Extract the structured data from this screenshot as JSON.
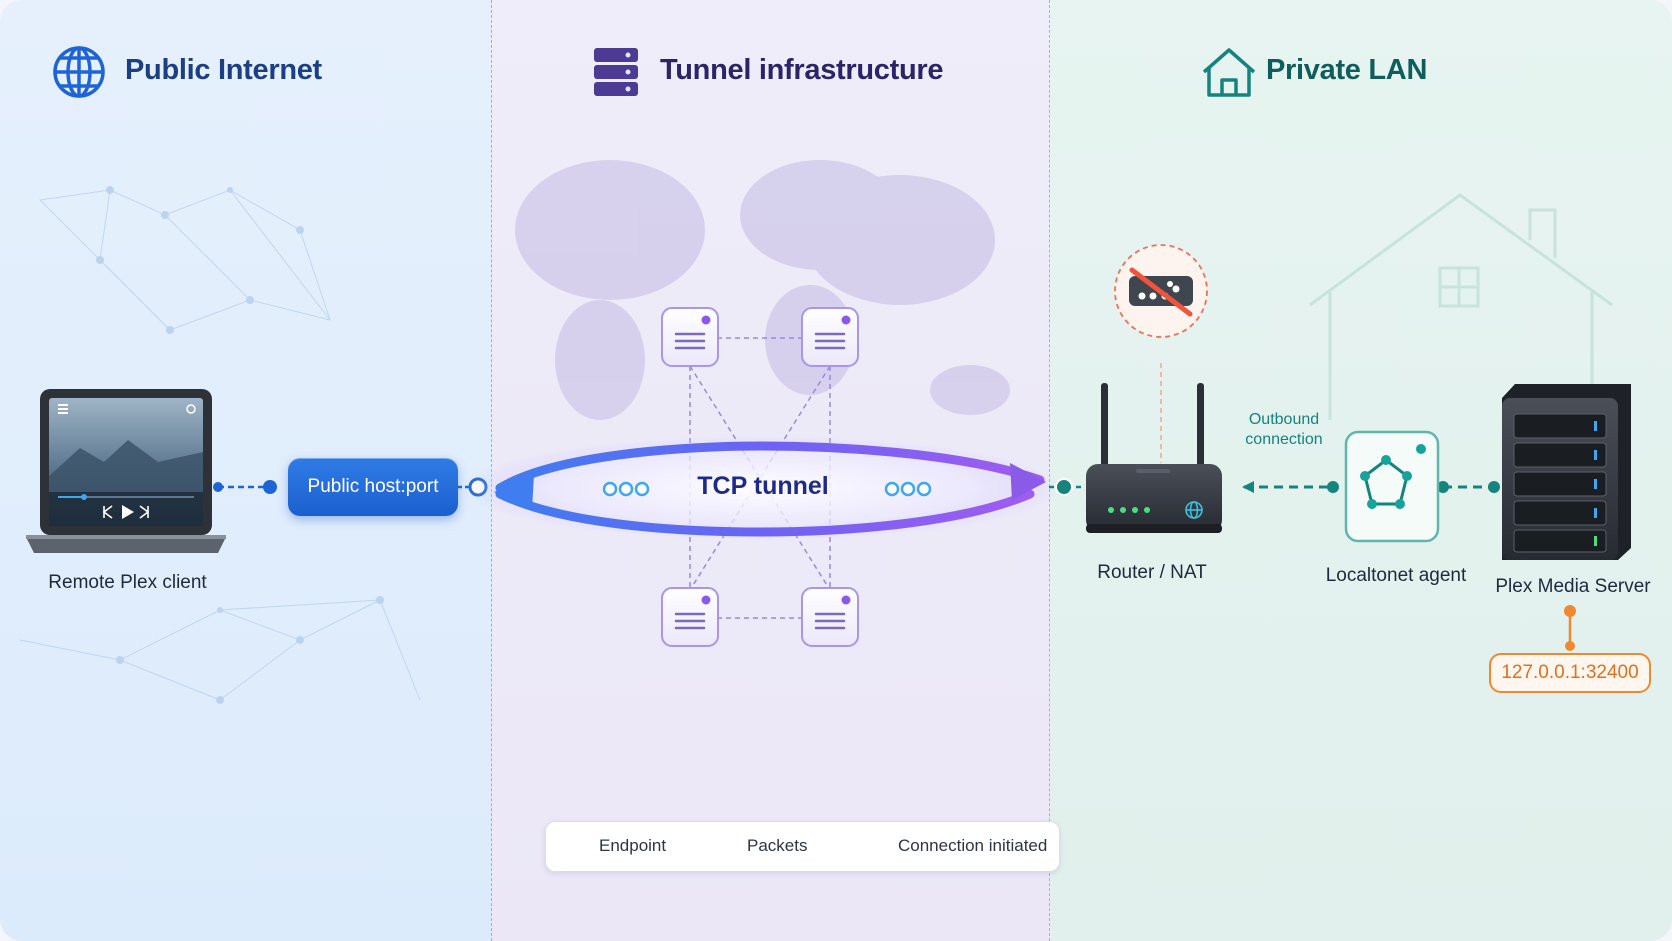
{
  "zones": {
    "public": {
      "title": "Public Internet",
      "icon": "globe-icon",
      "color": "#1c3f84"
    },
    "tunnel": {
      "title": "Tunnel infrastructure",
      "icon": "server-stack-icon",
      "color": "#2c2467"
    },
    "lan": {
      "title": "Private LAN",
      "icon": "house-icon",
      "color": "#0f5e5c"
    }
  },
  "nodes": {
    "client": {
      "label": "Remote Plex client",
      "icon": "laptop-icon"
    },
    "public_host": {
      "label": "Public host:port"
    },
    "tunnel": {
      "label": "TCP tunnel"
    },
    "router": {
      "label": "Router / NAT",
      "icon": "router-icon",
      "blocked_icon": "blocked-port-icon"
    },
    "agent": {
      "label": "Localtonet agent",
      "icon": "agent-node-icon"
    },
    "server": {
      "label": "Plex Media Server",
      "icon": "server-tower-icon",
      "address": "127.0.0.1:32400"
    }
  },
  "annotations": {
    "outbound": "Outbound connection"
  },
  "legend": {
    "endpoint": "Endpoint",
    "packets": "Packets",
    "connection": "Connection initiated"
  },
  "colors": {
    "public_accent": "#1f64d6",
    "tunnel_accent": "#7b5ce0",
    "lan_accent": "#15847d",
    "address_accent": "#f0882f"
  }
}
